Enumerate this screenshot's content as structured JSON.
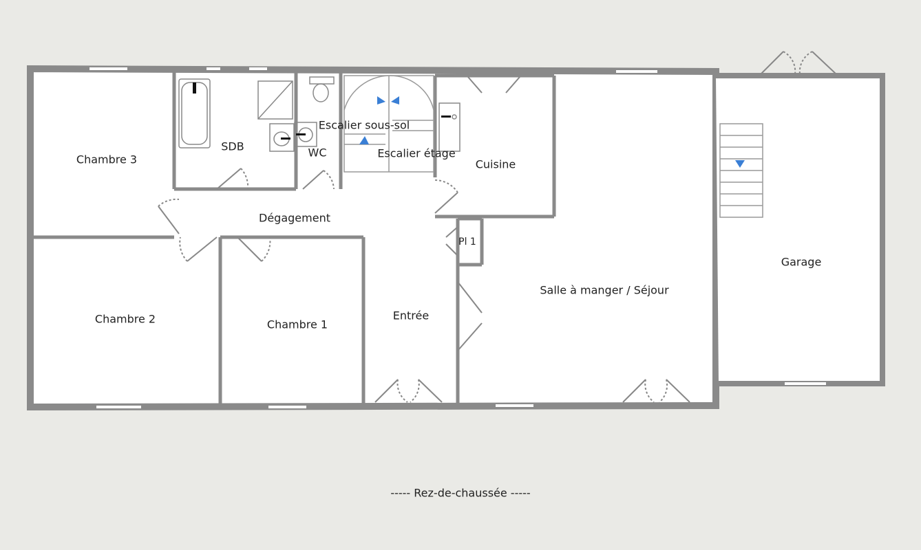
{
  "caption": "----- Rez-de-chaussée -----",
  "rooms": {
    "chambre3": "Chambre 3",
    "chambre2": "Chambre 2",
    "chambre1": "Chambre 1",
    "sdb": "SDB",
    "wc": "WC",
    "escalier_sous_sol": "Escalier sous-sol",
    "escalier_etage": "Escalier étage",
    "cuisine": "Cuisine",
    "degagement": "Dégagement",
    "entree": "Entrée",
    "placard": "Pl 1",
    "sejour": "Salle à manger / Séjour",
    "garage": "Garage"
  },
  "colors": {
    "wall": "#8a8a8a",
    "floor": "#ffffff",
    "arrow": "#3a7fd5",
    "background": "#eaeae6"
  }
}
